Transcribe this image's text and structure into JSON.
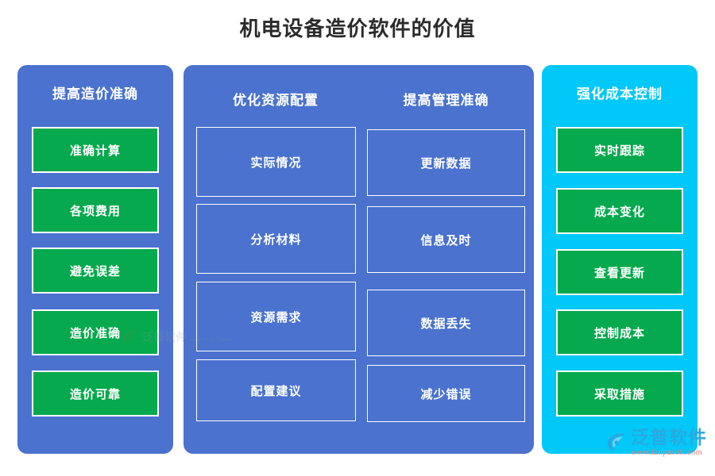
{
  "page": {
    "title": "机电设备造价软件的价值",
    "background_color": "#ffffff",
    "title_color": "#2b2b2b"
  },
  "colors": {
    "panel_blue": "#4a72ce",
    "panel_cyan": "#00c8f8",
    "box_green": "#06a94d",
    "box_border": "#ffffff",
    "text_white": "#ffffff",
    "logo_blue": "#2aa8e0",
    "logo_url_red": "#d98a8a"
  },
  "panels": [
    {
      "id": "left",
      "header": "提高造价准确",
      "background": "#4a72ce",
      "box_style": "green-filled",
      "items": [
        {
          "label": "准确计算"
        },
        {
          "label": "各项费用"
        },
        {
          "label": "避免误差"
        },
        {
          "label": "造价准确"
        },
        {
          "label": "造价可靠"
        }
      ]
    },
    {
      "id": "middle",
      "background": "#4a72ce",
      "box_style": "white-outline",
      "columns": [
        {
          "header": "优化资源配置",
          "items": [
            {
              "label": "实际情况"
            },
            {
              "label": "分析材料"
            },
            {
              "label": "资源需求"
            },
            {
              "label": "配置建议"
            }
          ]
        },
        {
          "header": "提高管理准确",
          "items": [
            {
              "label": "更新数据"
            },
            {
              "label": "信息及时"
            },
            {
              "label": "数据丢失"
            },
            {
              "label": "减少错误"
            }
          ]
        }
      ]
    },
    {
      "id": "right",
      "header": "强化成本控制",
      "background": "#00c8f8",
      "box_style": "green-filled",
      "items": [
        {
          "label": "实时跟踪"
        },
        {
          "label": "成本变化"
        },
        {
          "label": "查看更新"
        },
        {
          "label": "控制成本"
        },
        {
          "label": "采取措施"
        }
      ]
    }
  ],
  "watermark": {
    "name": "泛普软件",
    "sub": "FANPU SOFTWARE"
  },
  "brand_logo": {
    "name": "泛普软件",
    "url": "www.fanpusoft.com"
  }
}
